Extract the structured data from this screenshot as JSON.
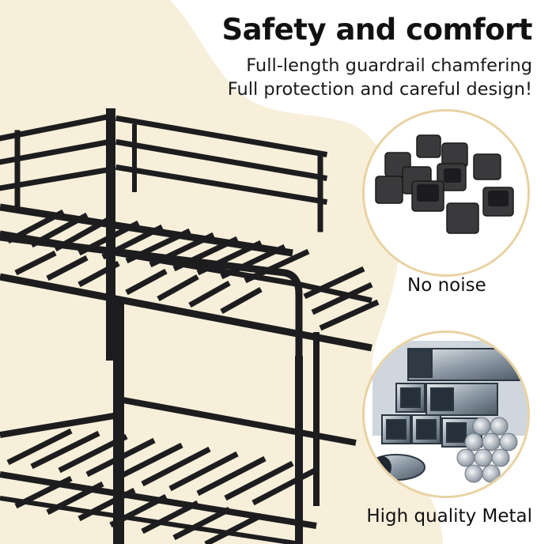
{
  "headline": "Safety and comfort",
  "subtitle_line1": "Full-length guardrail chamfering",
  "subtitle_line2": "Full protection and careful design!",
  "features": [
    {
      "label": "No noise"
    },
    {
      "label": "High quality Metal"
    }
  ],
  "colors": {
    "background": "#ffffff",
    "blob": "#f8efda",
    "frame": "#1d1d1f",
    "text": "#111111"
  }
}
